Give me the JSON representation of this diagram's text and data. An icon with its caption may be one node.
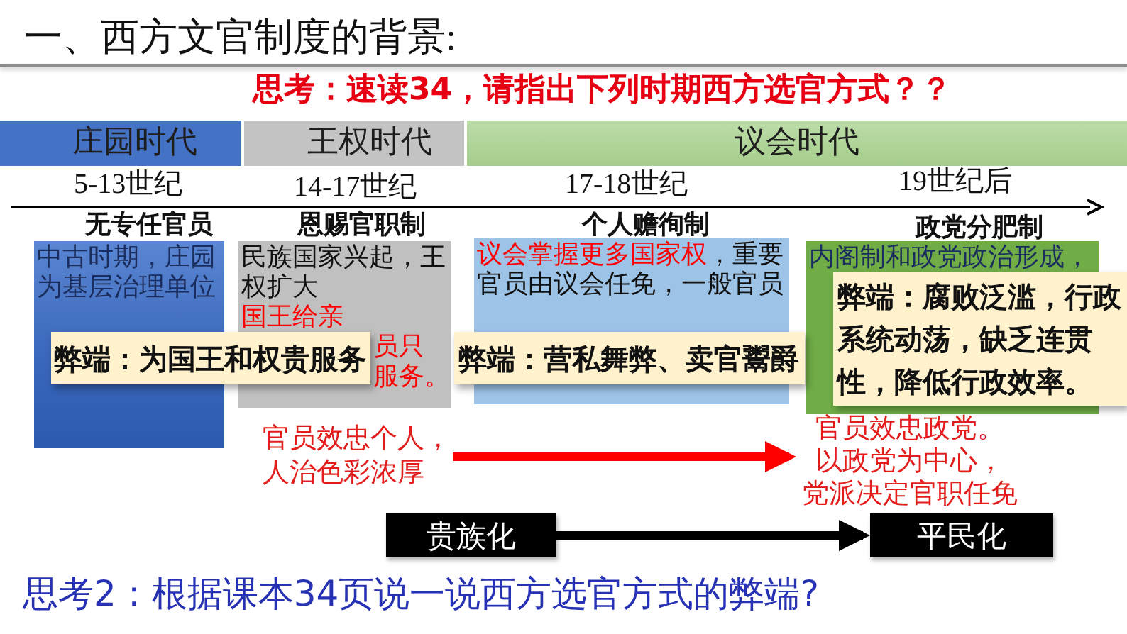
{
  "diagram": {
    "title": "一、西方文官制度的背景:",
    "nodes": [
      {
        "text": [
          "庄园时代"
        ]
      },
      {
        "text": [
          "王权时代"
        ]
      },
      {
        "text": [
          "议会时代"
        ]
      },
      {
        "text": [
          "无专任官员",
          "中古时期，庄园为基层治理单位"
        ]
      },
      {
        "text": [
          "恩赐官职制",
          "民族国家兴起，王权扩大",
          "国王给亲",
          "员只",
          "服务。"
        ]
      },
      {
        "text": [
          "个人赡徇制",
          "议会掌握更多国家权",
          "，重要",
          "官员由议会任免，一般官员"
        ]
      },
      {
        "text": [
          "政党分肥制",
          "内阁制和政党政治形成，"
        ]
      },
      {
        "text": [
          "弊端：为国王和权贵服务"
        ]
      },
      {
        "text": [
          "弊端：营私舞弊、卖官鬻爵"
        ]
      },
      {
        "text": [
          "弊端：腐败泛滥，行政系统动荡，缺乏连贯性，降低行政效率。"
        ]
      },
      {
        "text": [
          "官员效忠个人，人治色彩浓厚"
        ]
      },
      {
        "text": [
          "官员效忠政党。",
          "以政党为中心，",
          "党派决定官职任免"
        ]
      },
      {
        "text": [
          "贵族化"
        ]
      },
      {
        "text": [
          "平民化"
        ]
      }
    ],
    "edges": [
      {
        "from": 10,
        "to": 11,
        "arrow": "to",
        "color": "#ff0000"
      },
      {
        "from": 12,
        "to": 13,
        "arrow": "to",
        "color": "#000000"
      }
    ],
    "labels": [
      "思考：速读34，请指出下列时期西方选官方式？？",
      "5-13世纪",
      "14-17世纪",
      "17-18世纪",
      "19世纪后",
      "思考2：根据课本34页说一说西方选官方式的弊端?"
    ]
  }
}
